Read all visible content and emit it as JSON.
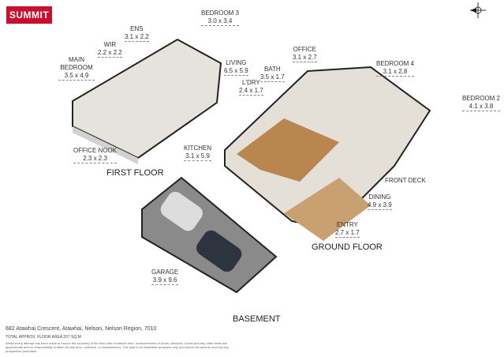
{
  "logo": {
    "text": "SUMMIT",
    "color": "#c8102e"
  },
  "compass": {
    "label": "N",
    "icon": "north-arrow-icon"
  },
  "floors": {
    "first": "FIRST FLOOR",
    "ground": "GROUND FLOOR",
    "basement": "BASEMENT"
  },
  "rooms": [
    {
      "name": "BEDROOM 3",
      "dim": "3.0 x 3.4"
    },
    {
      "name": "ENS",
      "dim": "3.1 x 2.2"
    },
    {
      "name": "WIR",
      "dim": "2.2 x 2.2"
    },
    {
      "name": "MAIN BEDROOM",
      "dim": "3.5 x 4.9"
    },
    {
      "name": "LIVING",
      "dim": "6.5 x 5.9"
    },
    {
      "name": "OFFICE NOOK",
      "dim": "2.3 x 2.3"
    },
    {
      "name": "KITCHEN",
      "dim": "3.1 x 5.9"
    },
    {
      "name": "L'DRY",
      "dim": "2.4 x 1.7"
    },
    {
      "name": "BATH",
      "dim": "3.5 x 1.7"
    },
    {
      "name": "OFFICE",
      "dim": "3.1 x 2.7"
    },
    {
      "name": "BEDROOM 4",
      "dim": "3.1 x 2.8"
    },
    {
      "name": "BEDROOM 2",
      "dim": "4.1 x 3.8"
    },
    {
      "name": "FRONT DECK",
      "dim": ""
    },
    {
      "name": "DINING",
      "dim": "4.9 x 3.9"
    },
    {
      "name": "ENTRY",
      "dim": "2.7 x 1.7"
    },
    {
      "name": "GARAGE",
      "dim": "3.9 x 9.6"
    }
  ],
  "footer": {
    "address": "682 Atawhai Crescent, Atawhai, Nelson, Nelson Region, 7010",
    "area": "TOTAL APPROX. FLOOR AREA 207 SQ.M",
    "disclaimer": "Whilst every attempt has been made to ensure the accuracy of the floor plan contained here, measurements of doors, windows, rooms and any other items are approximate and no responsibility is taken for any error, omission, or misstatement. This plan is for illustrative purposes only and should be used as such by any prospective purchaser."
  }
}
